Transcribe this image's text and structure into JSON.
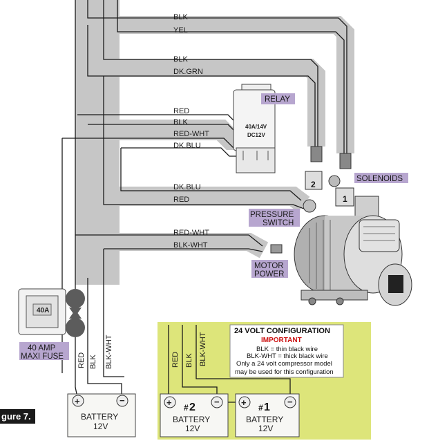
{
  "wire_labels": {
    "blk_1": "BLK",
    "yel": "YEL",
    "blk_2": "BLK",
    "dk_grn": "DK.GRN",
    "red_1": "RED",
    "blk_3": "BLK",
    "red_wht_1": "RED-WHT",
    "dk_blu_1": "DK.BLU",
    "dk_blu_2": "DK.BLU",
    "red_2": "RED",
    "red_wht_2": "RED-WHT",
    "blk_wht_1": "BLK-WHT"
  },
  "tags": {
    "relay": "RELAY",
    "solenoids": "SOLENOIDS",
    "pressure_1": "PRESSURE",
    "pressure_2": "SWITCH",
    "motor_1": "MOTOR",
    "motor_2": "POWER",
    "fuse_1": "40 AMP",
    "fuse_2": "MAXI FUSE"
  },
  "relay_text": {
    "line1": "40A/14V",
    "line2": "DC12V"
  },
  "fuse_text": "40A",
  "solenoid_numbers": {
    "left": "2",
    "right": "1"
  },
  "battery_wires": {
    "red": "RED",
    "blk": "BLK",
    "blk_wht": "BLK-WHT"
  },
  "battery_12v": {
    "label": "BATTERY",
    "voltage": "12V"
  },
  "config_24v": {
    "title": "24 VOLT CONFIGURATION",
    "important": "IMPORTANT",
    "note1": "BLK = thin black wire",
    "note2": "BLK-WHT = thick black wire",
    "note3": "Only a 24 volt compressor model",
    "note4": "may be used for this configuration",
    "wire_red": "RED",
    "wire_blk": "BLK",
    "wire_blk_wht": "BLK-WHT",
    "battery2_number": "2",
    "battery1_number": "1",
    "battery_label": "BATTERY",
    "battery_voltage": "12V"
  },
  "figure_caption": "gure 7.",
  "colors": {
    "harness_gray": "#c6c6c6",
    "tag_purple": "#b7a6cf",
    "config_yellow": "#dde57a",
    "important_red": "#cc1111"
  }
}
